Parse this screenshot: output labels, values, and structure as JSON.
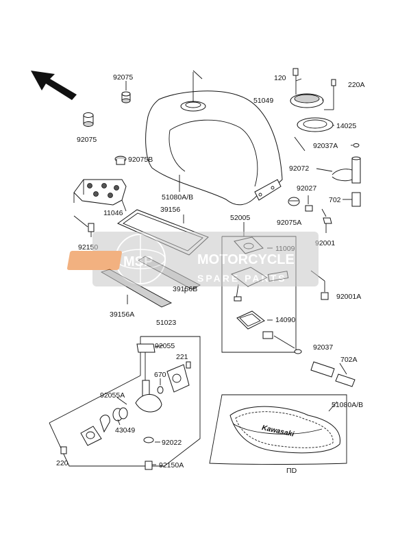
{
  "labels": {
    "p92075_top": "92075",
    "p92075_left": "92075",
    "p92075b": "92075B",
    "p51080ab_tank": "51080A/B",
    "p120": "120",
    "p220a": "220A",
    "p51049": "51049",
    "p14025": "14025",
    "p92037a": "92037A",
    "p92072": "92072",
    "p92027": "92027",
    "p702": "702",
    "p11046": "11046",
    "p39156": "39156",
    "p52005": "52005",
    "p92075a": "92075A",
    "p92150": "92150",
    "p11009": "11009",
    "p92001": "92001",
    "p39156b": "39156B",
    "p39156a": "39156A",
    "p92001a": "92001A",
    "p14090": "14090",
    "p51023": "51023",
    "p92055": "92055",
    "p92037": "92037",
    "p221": "221",
    "p702a": "702A",
    "p670": "670",
    "p92055a": "92055A",
    "p43049": "43049",
    "p92022": "92022",
    "p220": "220",
    "p92150a": "92150A",
    "p51080ab_inset": "51080A/B",
    "footnote": "ΠD"
  },
  "inset": {
    "brand_text": "Kawasaki"
  },
  "watermark": {
    "brand": "MOTORCYCLE",
    "sub": "SPARE PARTS",
    "logo": "MSP"
  },
  "colors": {
    "watermark_orange": "#e8731a",
    "watermark_gray": "#a8a8a8"
  }
}
